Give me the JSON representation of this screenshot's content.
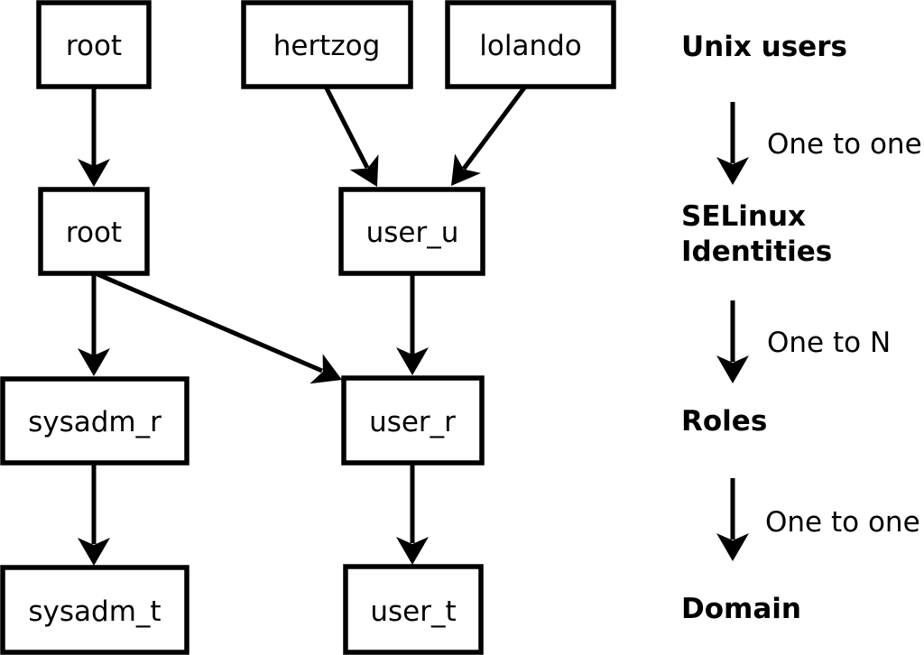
{
  "nodes": {
    "root_unix": {
      "label": "root"
    },
    "hertzog": {
      "label": "hertzog"
    },
    "lolando": {
      "label": "lolando"
    },
    "root_selinux": {
      "label": "root"
    },
    "user_u": {
      "label": "user_u"
    },
    "sysadm_r": {
      "label": "sysadm_r"
    },
    "user_r": {
      "label": "user_r"
    },
    "sysadm_t": {
      "label": "sysadm_t"
    },
    "user_t": {
      "label": "user_t"
    }
  },
  "edges": [
    {
      "from": "root (unix user)",
      "to": "root (selinux identity)"
    },
    {
      "from": "hertzog",
      "to": "user_u"
    },
    {
      "from": "lolando",
      "to": "user_u"
    },
    {
      "from": "root (selinux identity)",
      "to": "sysadm_r"
    },
    {
      "from": "root (selinux identity)",
      "to": "user_r"
    },
    {
      "from": "user_u",
      "to": "user_r"
    },
    {
      "from": "sysadm_r",
      "to": "sysadm_t"
    },
    {
      "from": "user_r",
      "to": "user_t"
    }
  ],
  "legend": {
    "level1": "Unix users",
    "relation1": "One to one",
    "level2_line1": "SELinux",
    "level2_line2": "Identities",
    "relation2": "One to N",
    "level3": "Roles",
    "relation3": "One to one",
    "level4": "Domain"
  },
  "colors": {
    "foreground": "#000000",
    "background": "#ffffff"
  }
}
